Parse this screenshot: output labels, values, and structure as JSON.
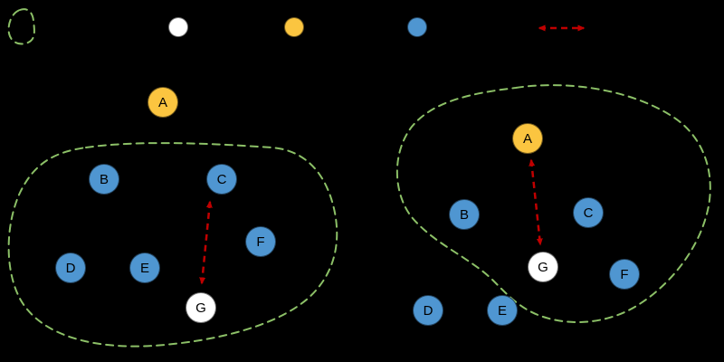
{
  "colors": {
    "bg": "#000000",
    "blue": "#4f96d1",
    "yellow": "#fbc540",
    "white": "#ffffff",
    "green": "#8cc067",
    "red": "#c00000",
    "node_text": "#000000"
  },
  "legend": {
    "items": [
      {
        "name": "cluster-outline-sample",
        "kind": "dashed-green-blob"
      },
      {
        "name": "white-circle-sample",
        "kind": "white-node"
      },
      {
        "name": "yellow-circle-sample",
        "kind": "yellow-node"
      },
      {
        "name": "blue-circle-sample",
        "kind": "blue-node"
      },
      {
        "name": "distance-arrow-sample",
        "kind": "red-dashed-double-arrow"
      }
    ]
  },
  "left_graph": {
    "nodes": [
      {
        "label": "A",
        "type": "yellow"
      },
      {
        "label": "B",
        "type": "blue"
      },
      {
        "label": "C",
        "type": "blue"
      },
      {
        "label": "D",
        "type": "blue"
      },
      {
        "label": "E",
        "type": "blue"
      },
      {
        "label": "F",
        "type": "blue"
      },
      {
        "label": "G",
        "type": "white"
      }
    ],
    "arrow": {
      "from": "C",
      "to": "G"
    }
  },
  "right_graph": {
    "nodes": [
      {
        "label": "A",
        "type": "yellow"
      },
      {
        "label": "B",
        "type": "blue"
      },
      {
        "label": "C",
        "type": "blue"
      },
      {
        "label": "D",
        "type": "blue"
      },
      {
        "label": "E",
        "type": "blue"
      },
      {
        "label": "F",
        "type": "blue"
      },
      {
        "label": "G",
        "type": "white"
      }
    ],
    "arrow": {
      "from": "A",
      "to": "G"
    }
  }
}
